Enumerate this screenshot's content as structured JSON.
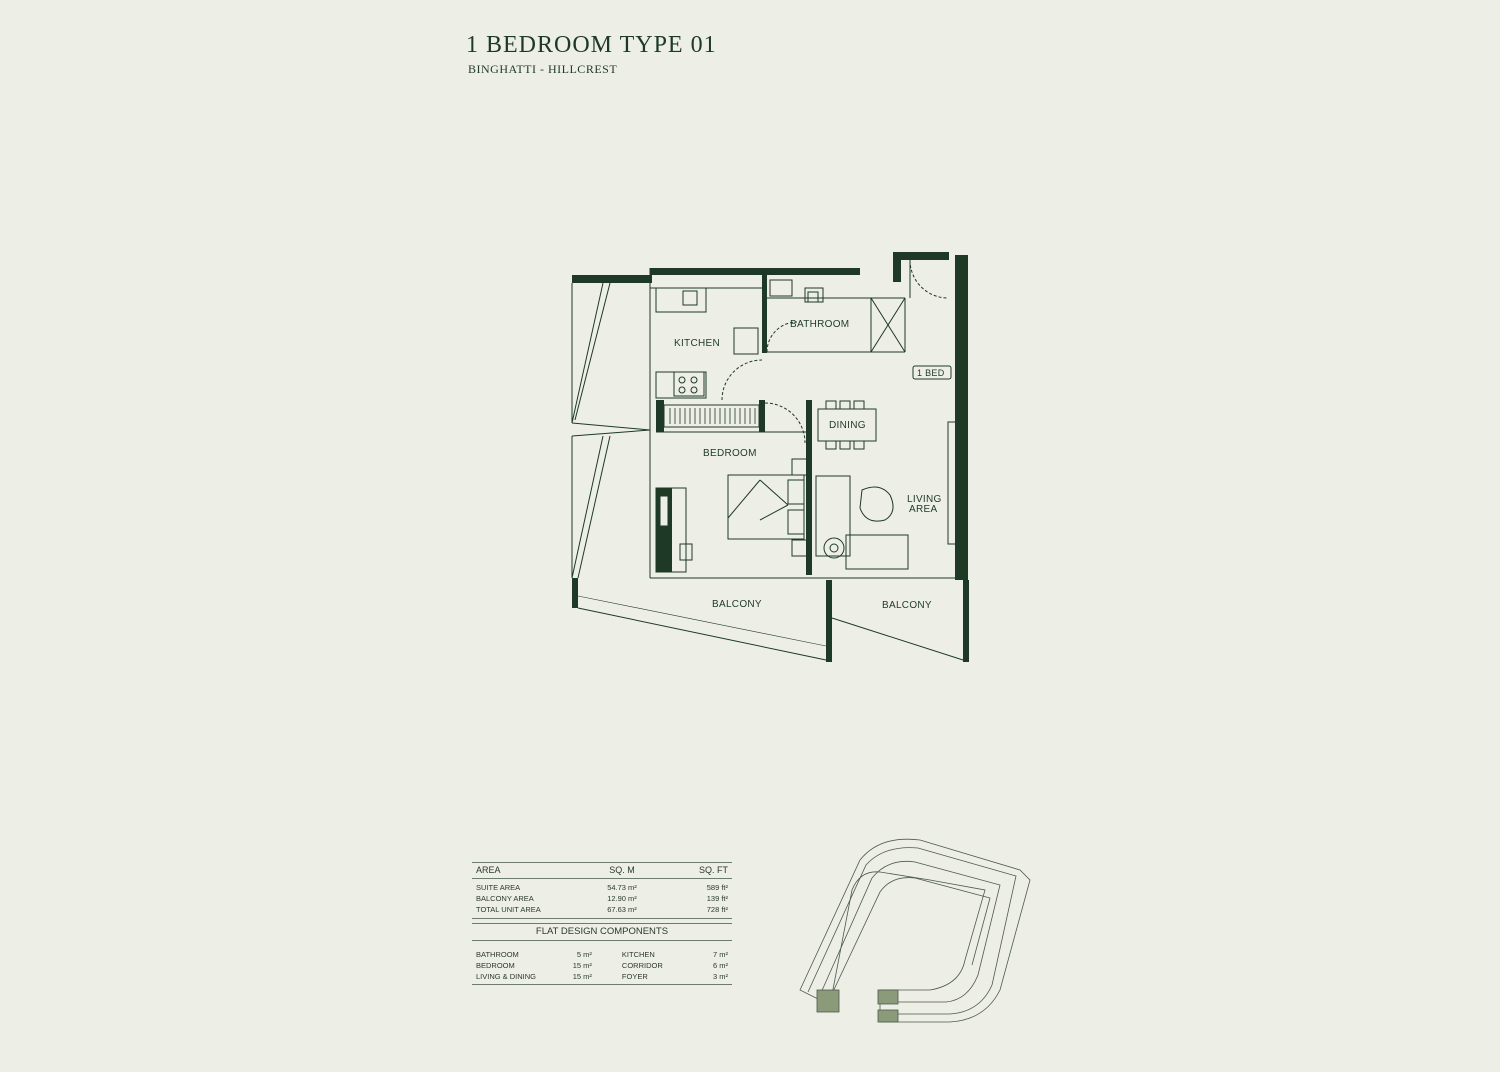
{
  "header": {
    "title": "1 BEDROOM TYPE 01",
    "subtitle": "BINGHATTI - HILLCREST"
  },
  "rooms": {
    "kitchen": "KITCHEN",
    "bathroom": "BATHROOM",
    "bed_tag": "1 BED",
    "dining": "DINING",
    "bedroom": "BEDROOM",
    "living_1": "LIVING",
    "living_2": "AREA",
    "balcony_left": "BALCONY",
    "balcony_right": "BALCONY"
  },
  "area_table": {
    "headers": [
      "AREA",
      "SQ. M",
      "SQ. FT"
    ],
    "rows": [
      {
        "label": "SUITE AREA",
        "sqm": "54.73 m²",
        "sqft": "589 ft²"
      },
      {
        "label": "BALCONY AREA",
        "sqm": "12.90 m²",
        "sqft": "139 ft²"
      },
      {
        "label": "TOTAL UNIT AREA",
        "sqm": "67.63 m²",
        "sqft": "728 ft²"
      }
    ]
  },
  "components": {
    "title": "FLAT DESIGN COMPONENTS",
    "rows": [
      {
        "k1": "BATHROOM",
        "v1": "5 m²",
        "k2": "KITCHEN",
        "v2": "7 m²"
      },
      {
        "k1": "BEDROOM",
        "v1": "15 m²",
        "k2": "CORRIDOR",
        "v2": "6 m²"
      },
      {
        "k1": "LIVING & DINING",
        "v1": "15 m²",
        "k2": "FOYER",
        "v2": "3 m²"
      }
    ]
  },
  "colors": {
    "background": "#edeee5",
    "wall": "#1e3a26",
    "highlight": "#8b9a78"
  }
}
